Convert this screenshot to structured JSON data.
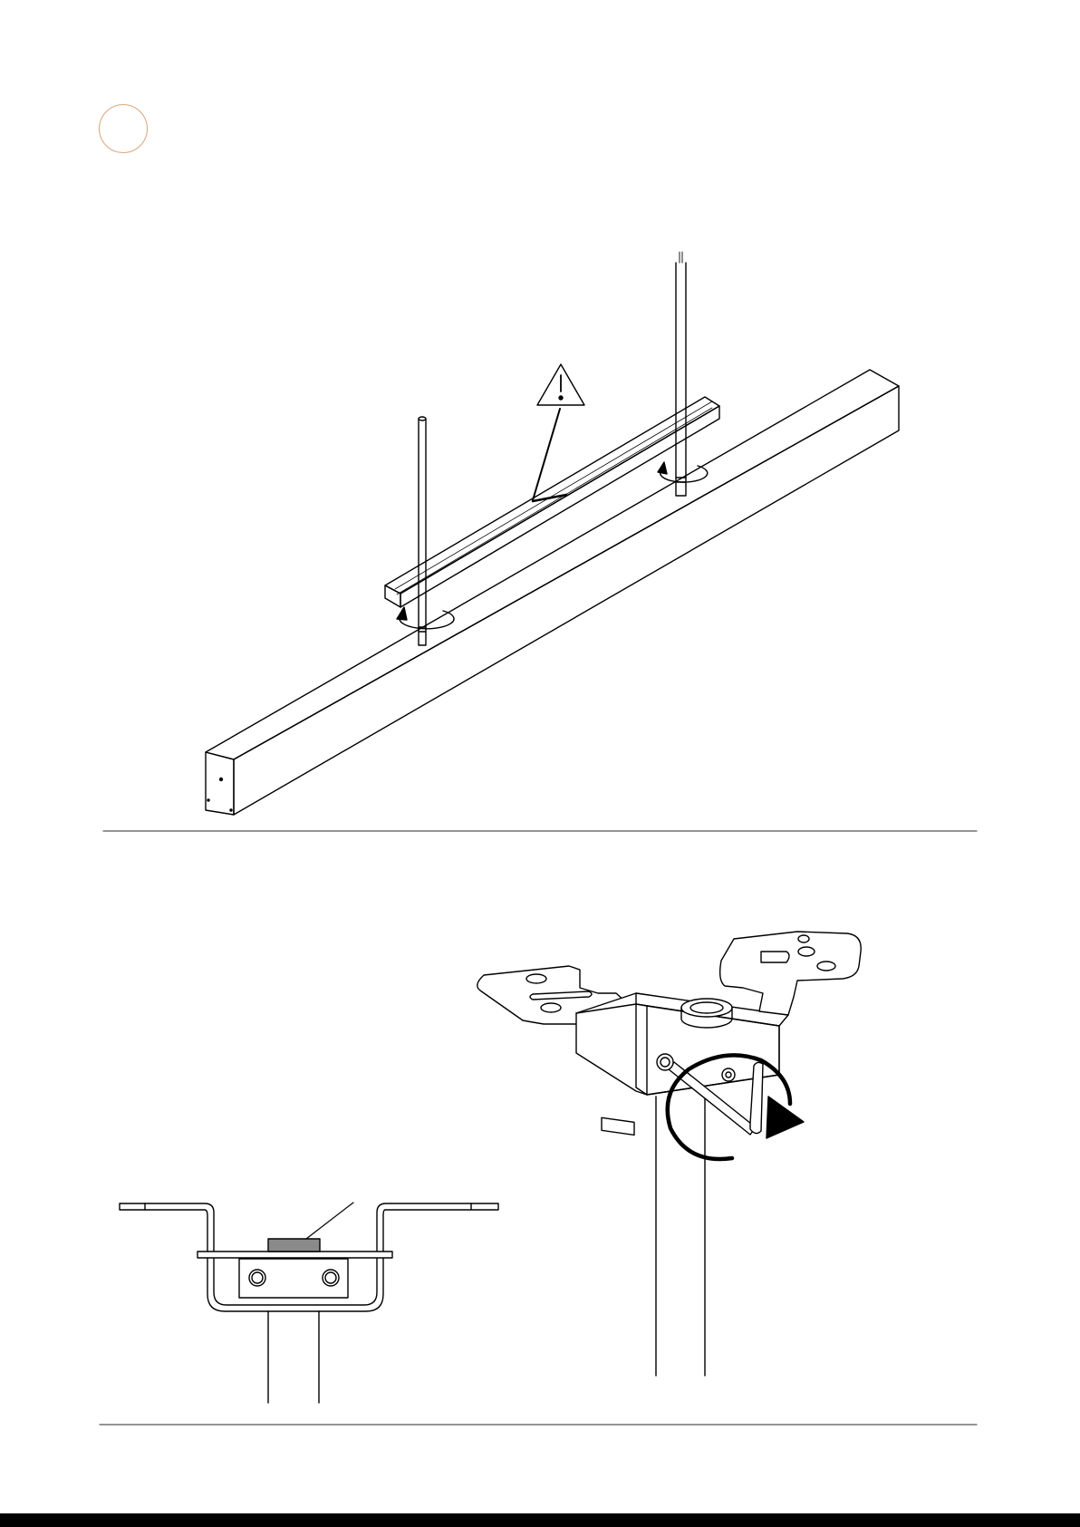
{
  "step": {
    "number": ""
  },
  "figures": [
    {
      "id": "overview",
      "callout": "warning-icon",
      "rotation_arrows": 2
    },
    {
      "id": "bracket-front-view",
      "highlighted_part_color": "#8a8a8a"
    },
    {
      "id": "bracket-perspective-view",
      "rotation_arrow": "clockwise"
    }
  ],
  "colors": {
    "line": "#000000",
    "accent": "#d9a57a",
    "divider": "#555555",
    "pad": "#8a8a8a"
  }
}
